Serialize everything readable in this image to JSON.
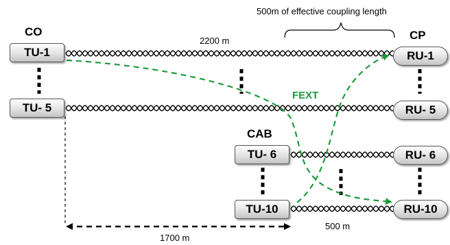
{
  "sites": {
    "co": "CO",
    "cp": "CP",
    "cab": "CAB"
  },
  "units": {
    "tu1": "TU-1",
    "tu5": "TU- 5",
    "tu6": "TU- 6",
    "tu10": "TU-10",
    "ru1": "RU-1",
    "ru5": "RU- 5",
    "ru6": "RU- 6",
    "ru10": "RU-10"
  },
  "lengths": {
    "main": "2200 m",
    "cab_run": "500 m",
    "co_to_cab": "1700 m",
    "coupling": "500m of effective coupling length"
  },
  "interference": "FEXT",
  "colors": {
    "fext": "#1e9a3c",
    "line": "#000000"
  }
}
